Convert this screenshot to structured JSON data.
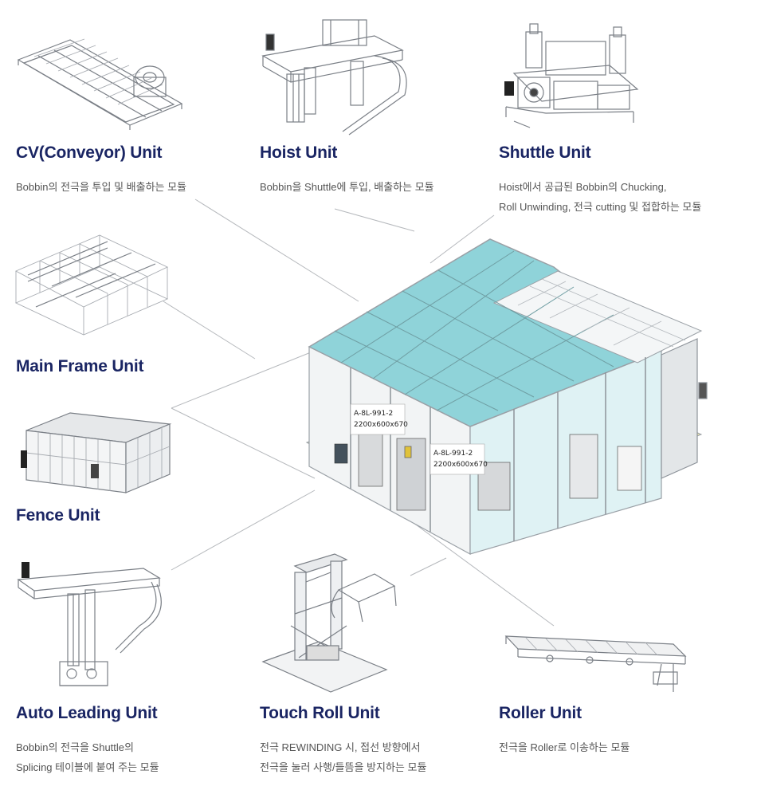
{
  "units": {
    "cv": {
      "title": "CV(Conveyor) Unit",
      "desc": [
        "Bobbin의 전극을 투입 및 배출하는 모듈"
      ],
      "icon": "conveyor-drawing"
    },
    "hoist": {
      "title": "Hoist Unit",
      "desc": [
        "Bobbin을 Shuttle에 투입, 배출하는 모듈"
      ],
      "icon": "hoist-drawing"
    },
    "shuttle": {
      "title": "Shuttle Unit",
      "desc": [
        "Hoist에서 공급된 Bobbin의 Chucking,",
        "Roll Unwinding, 전극 cutting 및 접합하는 모듈"
      ],
      "icon": "shuttle-drawing"
    },
    "main_frame": {
      "title": "Main Frame Unit",
      "desc": [],
      "icon": "frame-drawing"
    },
    "fence": {
      "title": "Fence Unit",
      "desc": [],
      "icon": "fence-drawing"
    },
    "auto_leading": {
      "title": "Auto Leading Unit",
      "desc": [
        "Bobbin의 전극을 Shuttle의",
        "Splicing 테이블에 붙여 주는 모듈"
      ],
      "icon": "auto-leading-drawing"
    },
    "touch_roll": {
      "title": "Touch Roll Unit",
      "desc": [
        "전극 REWINDING 시, 접선 방향에서",
        "전극을 눌러 사행/들뜸을 방지하는 모듈"
      ],
      "icon": "touch-roll-drawing"
    },
    "roller": {
      "title": "Roller Unit",
      "desc": [
        "전극을 Roller로 이송하는 모듈"
      ],
      "icon": "roller-drawing"
    }
  },
  "machine": {
    "icon": "machine-3d-drawing",
    "label_left": "A-8L-991-2\n2200x600x670",
    "label_right": "A-8L-991-2\n2200x600x670"
  },
  "colors": {
    "title": "#1a2563",
    "desc": "#555555",
    "glass": "#8fd3d9",
    "frame": "#9aa0a6",
    "floor": "#e8e2b0"
  }
}
